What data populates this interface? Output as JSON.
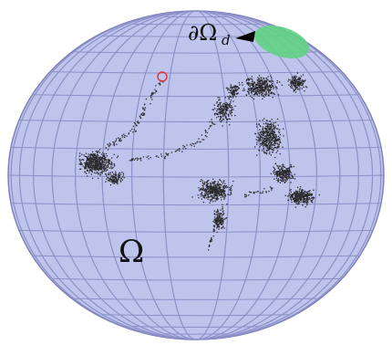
{
  "labels": {
    "domain": "Ω",
    "boundary": "∂Ω",
    "boundary_subscript": "d"
  },
  "colors": {
    "sphere_fill": "#bfc4ec",
    "sphere_edge": "#7d82b8",
    "grid": "#8b90c6",
    "patch": "#5fd184",
    "points": "#2b2b2b",
    "start_marker": "#e03030",
    "arrow": "#000000"
  },
  "icons": {
    "arrow": "arrow-icon",
    "start": "start-point-circle"
  }
}
